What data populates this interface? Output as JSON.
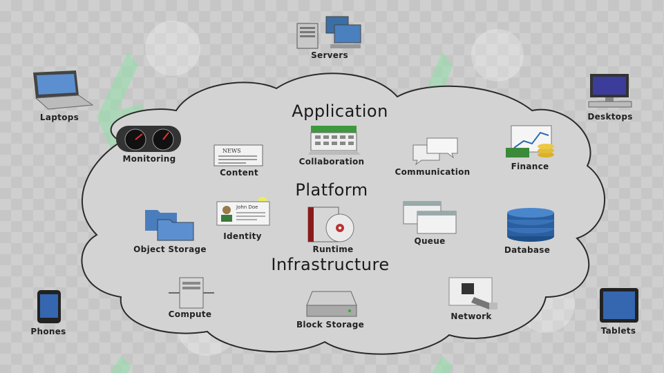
{
  "layers": {
    "application": "Application",
    "platform": "Platform",
    "infrastructure": "Infrastructure"
  },
  "devices": {
    "servers": "Servers",
    "laptops": "Laptops",
    "desktops": "Desktops",
    "phones": "Phones",
    "tablets": "Tablets"
  },
  "application_items": {
    "monitoring": "Monitoring",
    "content": "Content",
    "collaboration": "Collaboration",
    "communication": "Communication",
    "finance": "Finance"
  },
  "platform_items": {
    "object_storage": "Object Storage",
    "identity": "Identity",
    "runtime": "Runtime",
    "queue": "Queue",
    "database": "Database"
  },
  "infrastructure_items": {
    "compute": "Compute",
    "block_storage": "Block Storage",
    "network": "Network"
  },
  "icon_text": {
    "news": "NEWS",
    "john_doe": "John Doe"
  },
  "colors": {
    "cloud_fill": "#d3d3d3",
    "cloud_stroke": "#2a2a2a",
    "watermark": "#7fd99a"
  }
}
